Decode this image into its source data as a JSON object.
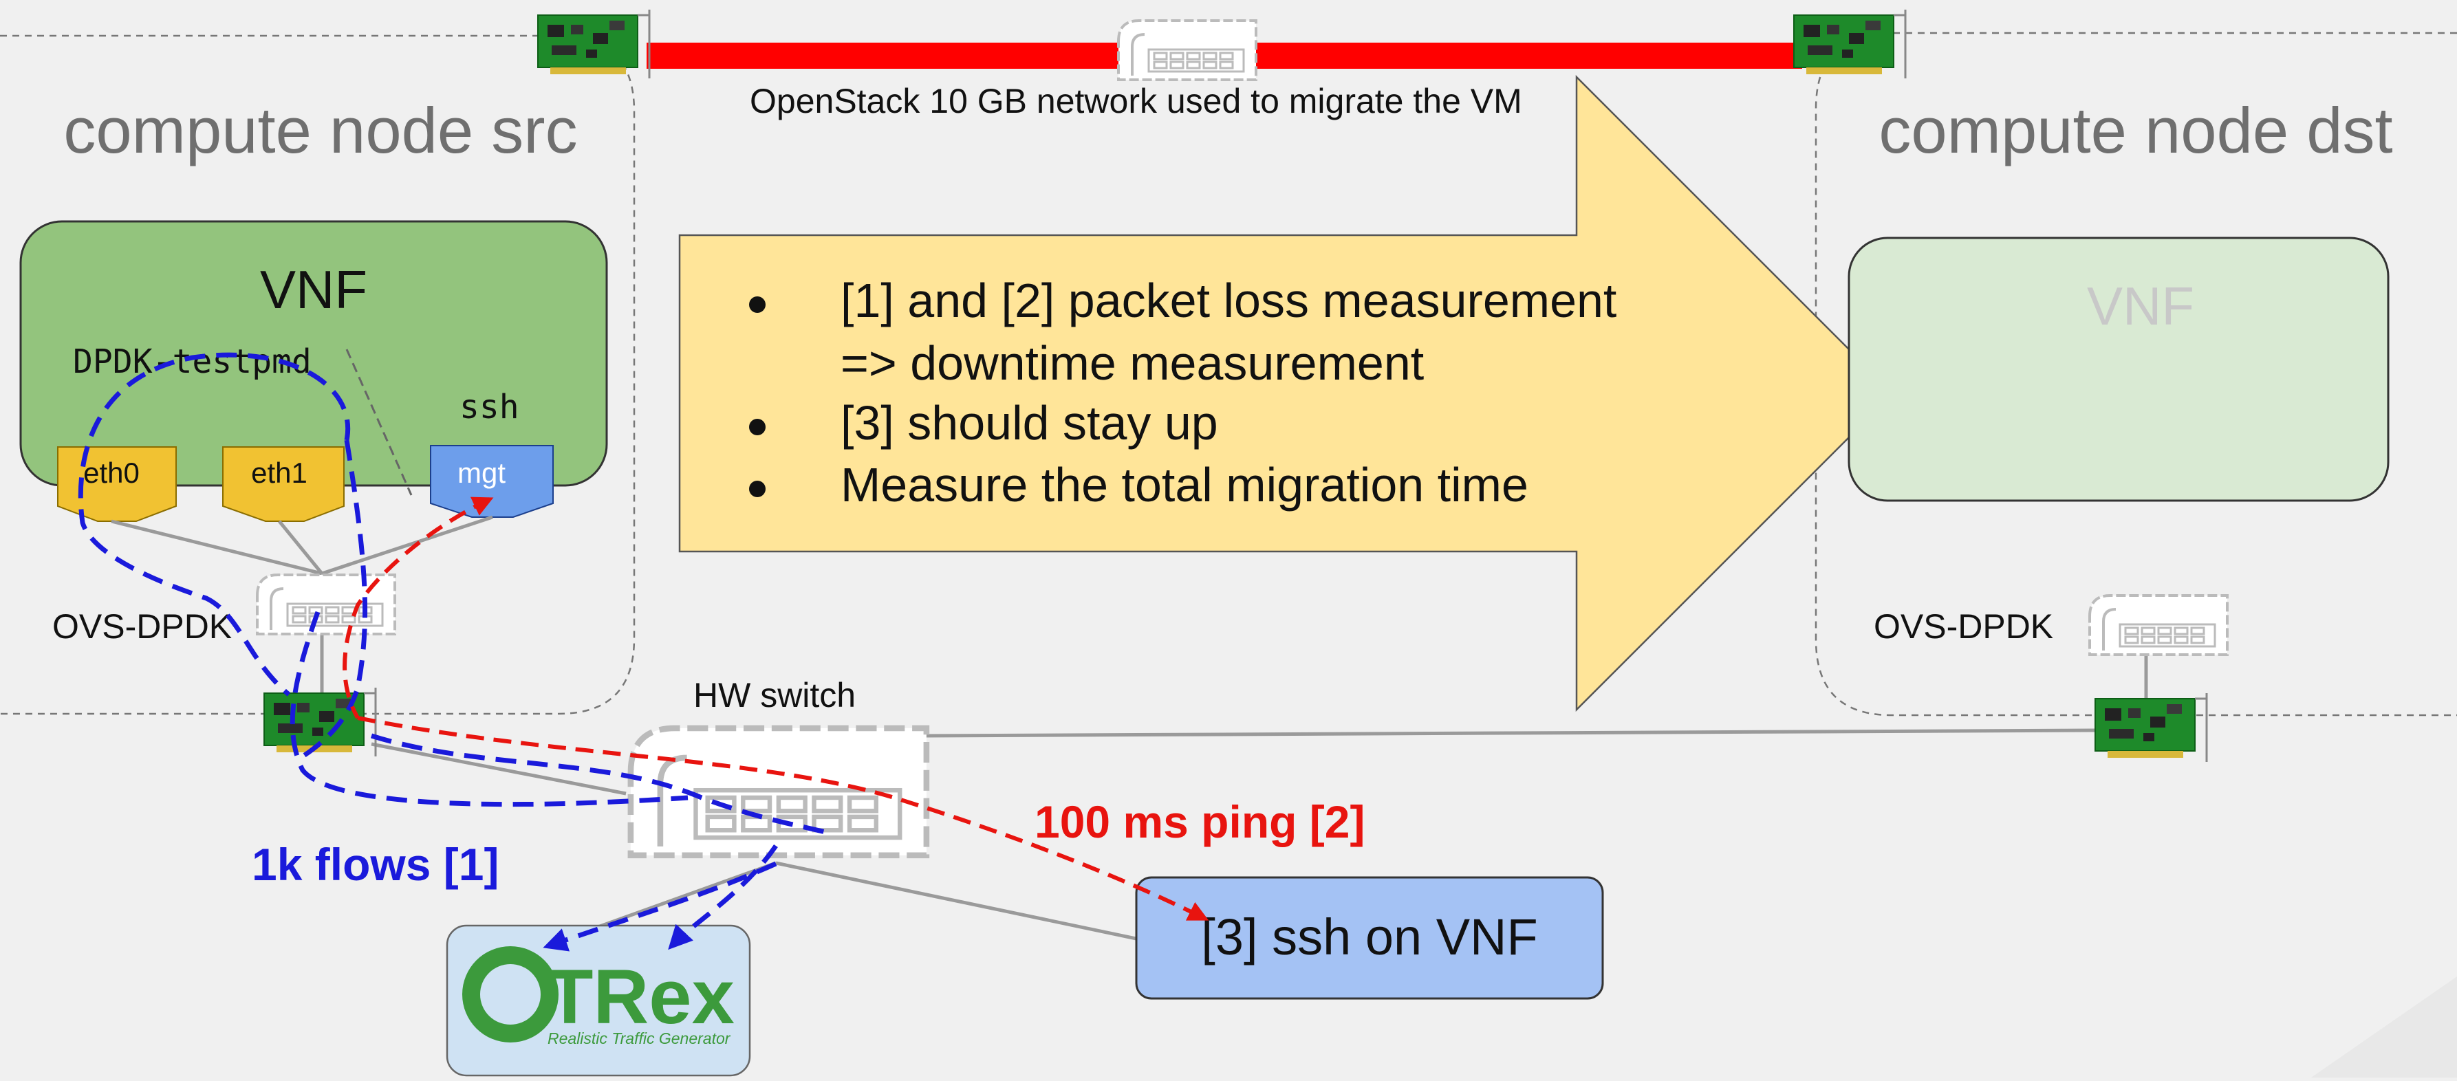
{
  "nodes": {
    "src_title": "compute node src",
    "dst_title": "compute node dst"
  },
  "network": {
    "label": "OpenStack 10 GB network used to migrate the VM"
  },
  "vnf_src": {
    "title": "VNF",
    "app_label": "DPDK-testpmd",
    "ssh_label": "ssh",
    "ports": [
      "eth0",
      "eth1",
      "mgt"
    ]
  },
  "vnf_dst": {
    "title": "VNF"
  },
  "switches": {
    "ovs_src": "OVS-DPDK",
    "ovs_dst": "OVS-DPDK",
    "hw": "HW switch"
  },
  "arrow_box": {
    "bullets": [
      "[1] and [2] packet loss measurement",
      "=> downtime measurement",
      "[3] should stay up",
      "Measure the total migration time"
    ]
  },
  "labels": {
    "flows": "1k flows [1]",
    "ping": "100 ms ping [2]",
    "ssh_box": "[3] ssh on VNF"
  },
  "trex": {
    "name": "TRex",
    "tagline": "Realistic Traffic Generator"
  },
  "colors": {
    "background": "#f0f0f0",
    "vnf_green": "#93c47d",
    "vnf_green_faded": "#d9ead3",
    "port_yellow": "#f1c232",
    "port_blue": "#6d9eeb",
    "arrow_fill": "#ffe599",
    "ssh_box": "#a4c2f4",
    "trex_box": "#cfe2f3",
    "flow_blue": "#1a1adb",
    "ping_red": "#e8140f",
    "link_red": "#ff0000"
  }
}
